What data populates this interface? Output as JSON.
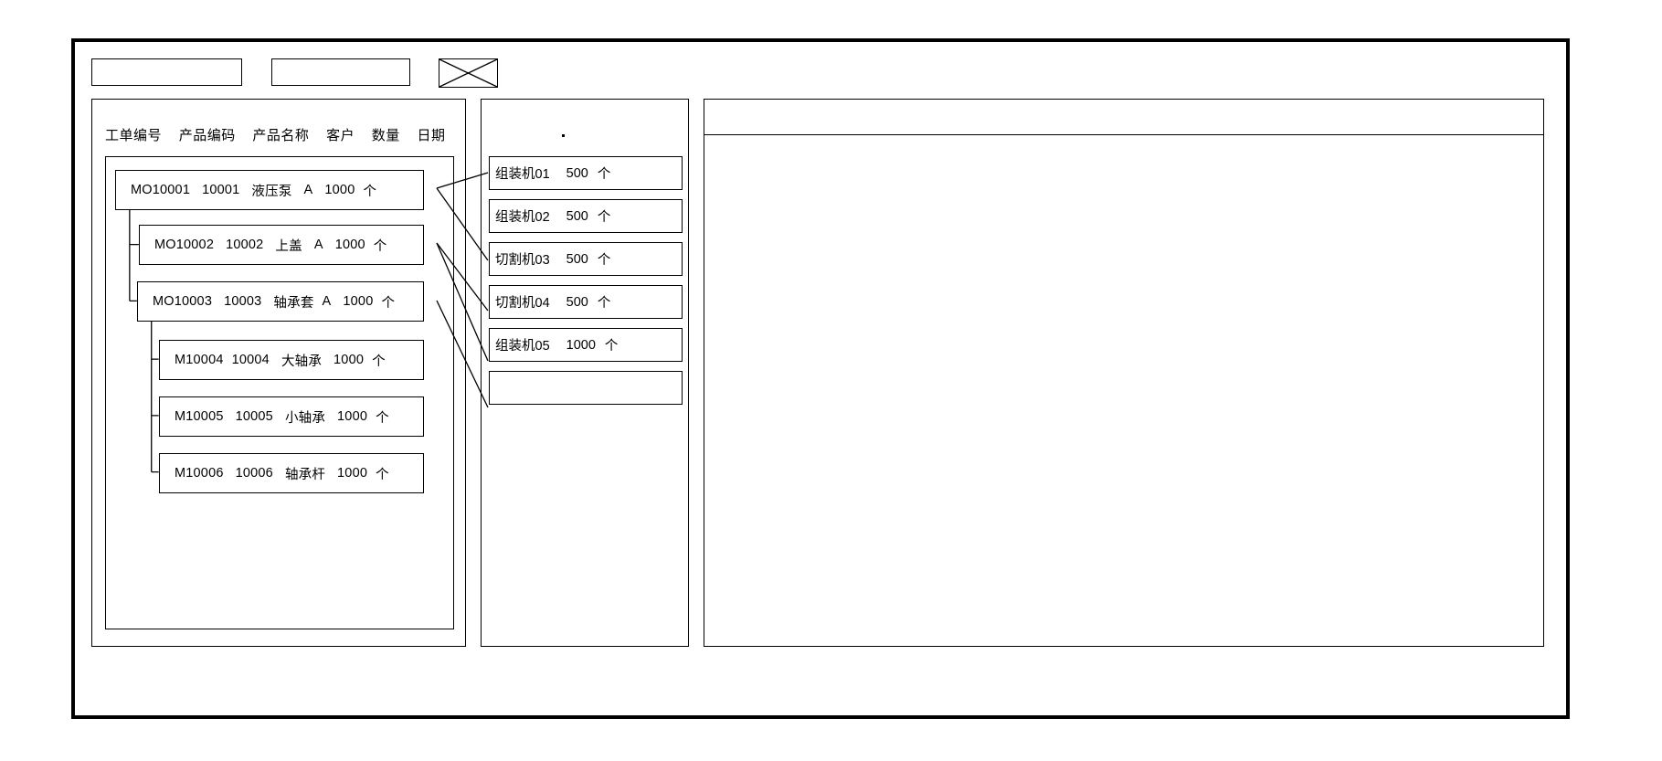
{
  "window": {
    "title": ""
  },
  "toolbar": {
    "fields": [
      {
        "name": "toolbar-field-1",
        "value": "",
        "placeholder": ""
      },
      {
        "name": "toolbar-field-2",
        "value": "",
        "placeholder": ""
      }
    ],
    "placeholder_box": {
      "name": "image-placeholder",
      "icon": "crossed-box-icon",
      "label": ""
    }
  },
  "left_panel": {
    "columns": [
      "工单编号",
      "产品编码",
      "产品名称",
      "客户",
      "数量",
      "日期"
    ],
    "tree": [
      {
        "level": 0,
        "order_no": "MO10001",
        "product_code": "10001",
        "product_name": "液压泵",
        "customer": "A",
        "qty": "1000",
        "unit": "个"
      },
      {
        "level": 1,
        "order_no": "MO10002",
        "product_code": "10002",
        "product_name": "上盖",
        "customer": "A",
        "qty": "1000",
        "unit": "个"
      },
      {
        "level": 1,
        "order_no": "MO10003",
        "product_code": "10003",
        "product_name": "轴承套",
        "customer": "A",
        "qty": "1000",
        "unit": "个"
      },
      {
        "level": 2,
        "order_no": "M10004",
        "product_code": "10004",
        "product_name": "大轴承",
        "customer": "",
        "qty": "1000",
        "unit": "个"
      },
      {
        "level": 2,
        "order_no": "M10005",
        "product_code": "10005",
        "product_name": "小轴承",
        "customer": "",
        "qty": "1000",
        "unit": "个"
      },
      {
        "level": 2,
        "order_no": "M10006",
        "product_code": "10006",
        "product_name": "轴承杆",
        "customer": "",
        "qty": "1000",
        "unit": "个"
      }
    ]
  },
  "mid_panel": {
    "marker": ".",
    "machines": [
      {
        "name": "组装机01",
        "qty": "500",
        "unit": "个"
      },
      {
        "name": "组装机02",
        "qty": "500",
        "unit": "个"
      },
      {
        "name": "切割机03",
        "qty": "500",
        "unit": "个"
      },
      {
        "name": "切割机04",
        "qty": "500",
        "unit": "个"
      },
      {
        "name": "组装机05",
        "qty": "1000",
        "unit": "个"
      },
      {
        "name": "",
        "qty": "",
        "unit": ""
      }
    ]
  },
  "right_panel": {
    "header_label": "",
    "rows": []
  },
  "colors": {
    "line": "#000000",
    "background": "#ffffff"
  }
}
